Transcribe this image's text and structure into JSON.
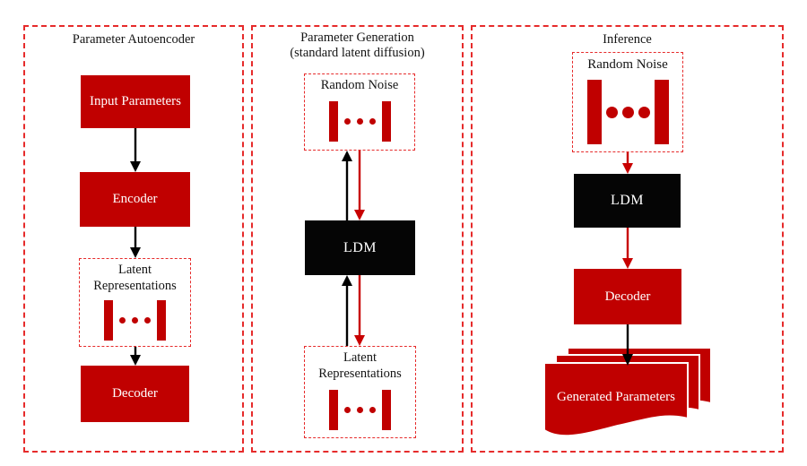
{
  "figure": {
    "panels": {
      "autoencoder": {
        "title": "Parameter Autoencoder",
        "input_label": "Input Parameters",
        "encoder_label": "Encoder",
        "latent_label": "Latent Representations",
        "decoder_label": "Decoder"
      },
      "generation": {
        "title": "Parameter Generation",
        "subtitle": "(standard latent diffusion)",
        "noise_label": "Random Noise",
        "ldm_label": "LDM",
        "latent_label": "Latent Representations"
      },
      "inference": {
        "title": "Inference",
        "noise_label": "Random Noise",
        "ldm_label": "LDM",
        "decoder_label": "Decoder",
        "generated_label": "Generated Parameters"
      }
    },
    "icons": {
      "latent_bars": "latent-bars-icon (two red vertical bars with three dots)"
    },
    "colors": {
      "box_red": "#c00000",
      "arrow_red": "#c80000",
      "dashed_border_red": "#e62b2b",
      "box_black": "#050505",
      "arrow_black": "#000000"
    }
  }
}
